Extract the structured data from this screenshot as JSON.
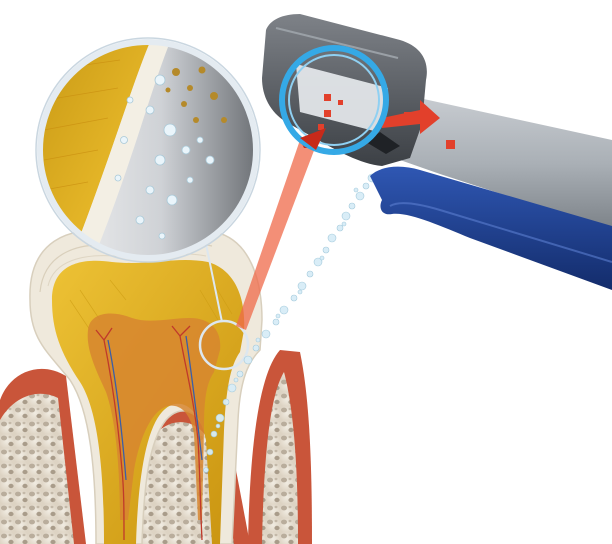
{
  "illustration": {
    "colors": {
      "background": "#ffffff",
      "gum": "#c9553a",
      "gum_dark": "#9e3b26",
      "bone": "#e9e2d6",
      "bone_cells": "#b9ad9c",
      "enamel": "#efe9dc",
      "dentin": "#e2b11c",
      "dentin_dark": "#b8860b",
      "pulp": "#d7862f",
      "nerve_red": "#c0392b",
      "nerve_blue": "#3b5ea8",
      "handpiece_grey": "#6f7378",
      "handpiece_light": "#b7bcc2",
      "handpiece_dark": "#2e3136",
      "handle_blue": "#1d3f8f",
      "ring_blue": "#35a9e6",
      "laser_red": "#e2402b",
      "water_spray": "#cfe8f3"
    },
    "components": [
      "tooth-cross-section",
      "gum-tissue",
      "jaw-bone",
      "root-canal",
      "pulp-nerves",
      "laser-handpiece",
      "laser-beam",
      "water-spray",
      "magnified-inset-circle",
      "highlight-ring"
    ]
  }
}
